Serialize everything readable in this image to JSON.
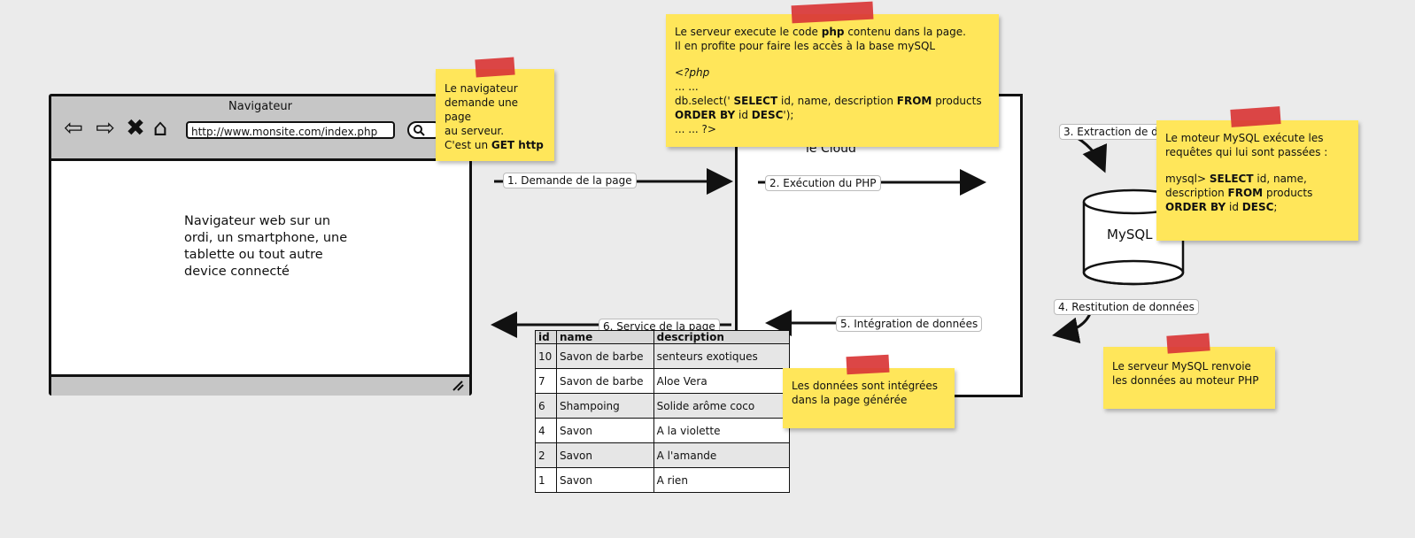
{
  "browser": {
    "title": "Navigateur",
    "url": "http://www.monsite.com/index.php",
    "body_lines": [
      "Navigateur web sur un",
      "ordi, un smartphone, une",
      "tablette ou tout autre",
      "device connecté"
    ]
  },
  "cloud": {
    "label": "le Cloud"
  },
  "steps": {
    "s1": "1. Demande de la page",
    "s2": "2. Exécution du PHP",
    "s3": "3. Extraction de d",
    "s4": "4. Restitution de données",
    "s5": "5. Intégration de données",
    "s6": "6. Service de la page"
  },
  "db": {
    "label": "MySQL"
  },
  "notes": {
    "browser_note": {
      "l1": "Le navigateur",
      "l2": "demande une page",
      "l3": "au serveur.",
      "l4a": "C'est un ",
      "l4b": "GET http"
    },
    "server_note": {
      "l1a": "Le serveur execute le code ",
      "l1b": "php",
      "l1c": " contenu dans la page.",
      "l2": "Il en profite pour faire les accès à la base mySQL",
      "l3": "<?php",
      "l4": "... ...",
      "l5a": "db.select(' ",
      "l5b": "SELECT",
      "l5c": " id, name, description ",
      "l5d": "FROM",
      "l5e": " products",
      "l6a": "ORDER BY",
      "l6b": " id ",
      "l6c": "DESC",
      "l6d": "');",
      "l7": "... ... ?>"
    },
    "mysql_note": {
      "l1": "Le moteur MySQL exécute les",
      "l2": "requêtes qui lui sont passées :",
      "l3a": "mysql> ",
      "l3b": "SELECT",
      "l3c": " id, name,",
      "l4a": "description ",
      "l4b": "FROM",
      "l4c": " products",
      "l5a": "ORDER BY",
      "l5b": " id ",
      "l5c": "DESC",
      "l5d": ";"
    },
    "return_note": {
      "l1": "Le serveur MySQL renvoie",
      "l2": "les données au moteur PHP"
    },
    "integrate_note": {
      "l1": "Les données sont intégrées",
      "l2": "dans la page générée"
    }
  },
  "table": {
    "headers": [
      "id",
      "name",
      "description"
    ],
    "rows": [
      [
        "10",
        "Savon de barbe",
        "senteurs exotiques"
      ],
      [
        "7",
        "Savon de barbe",
        "Aloe Vera"
      ],
      [
        "6",
        "Shampoing",
        "Solide arôme coco"
      ],
      [
        "4",
        "Savon",
        "A la violette"
      ],
      [
        "2",
        "Savon",
        "A l'amande"
      ],
      [
        "1",
        "Savon",
        "A rien"
      ]
    ]
  },
  "icons": [
    "back-arrow-icon",
    "forward-arrow-icon",
    "close-icon",
    "home-icon",
    "search-icon",
    "resize-grip-icon"
  ]
}
